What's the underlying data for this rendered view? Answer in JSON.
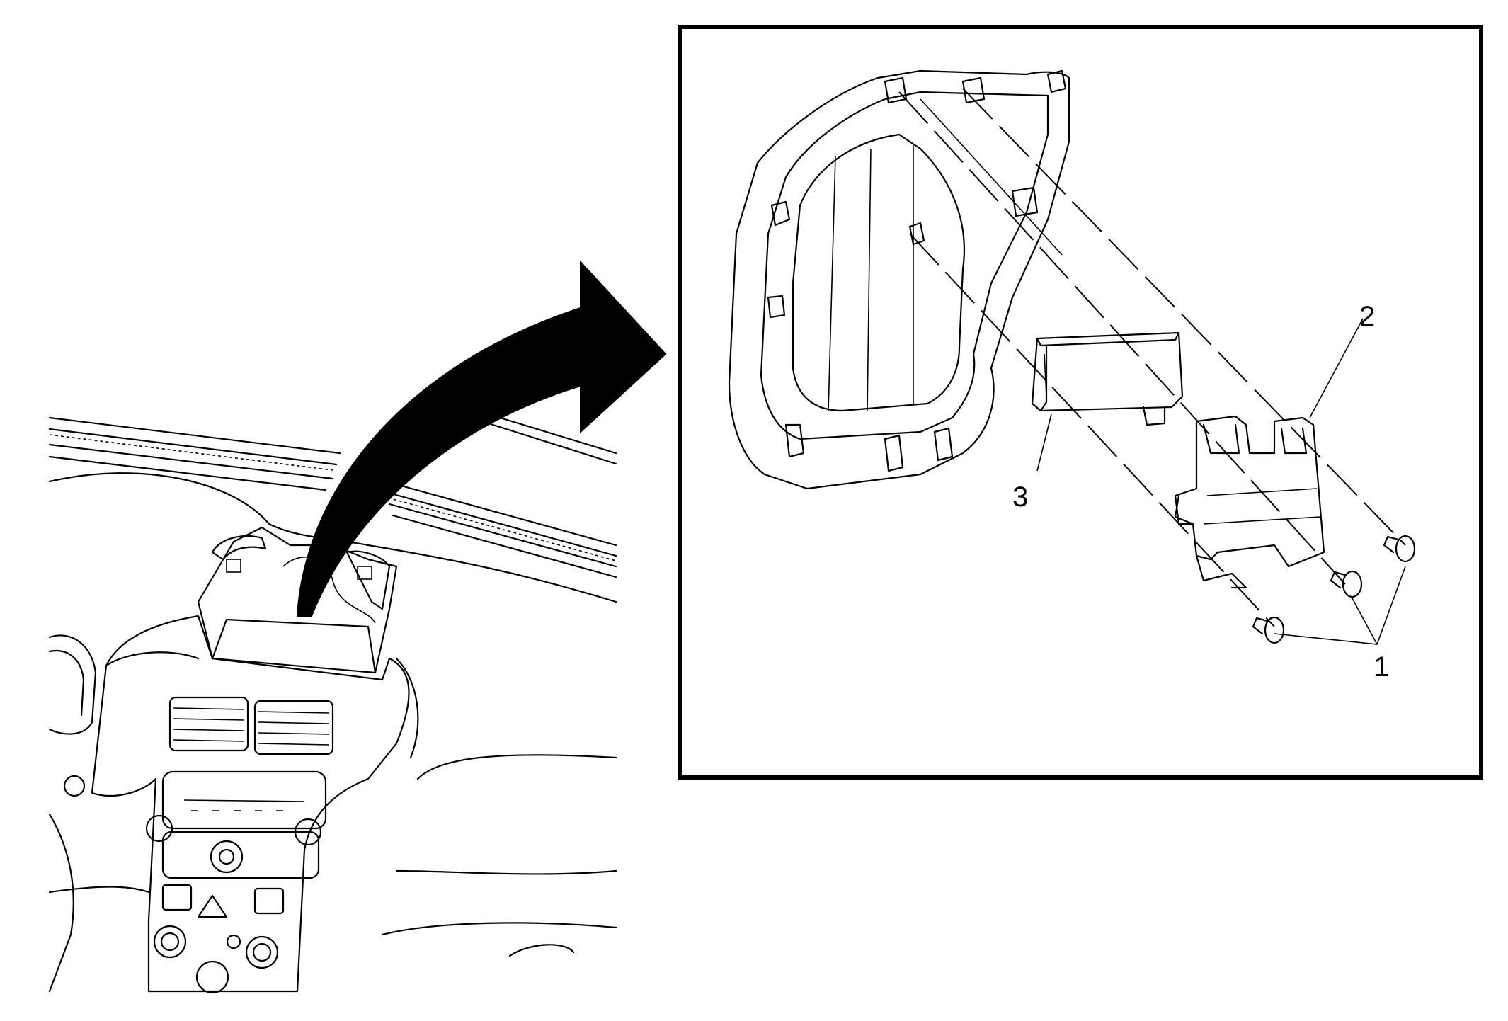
{
  "diagram": {
    "callouts": [
      {
        "id": "1",
        "label": "1"
      },
      {
        "id": "2",
        "label": "2"
      },
      {
        "id": "3",
        "label": "3"
      }
    ]
  },
  "colors": {
    "ink": "#000000",
    "paper": "#ffffff"
  }
}
